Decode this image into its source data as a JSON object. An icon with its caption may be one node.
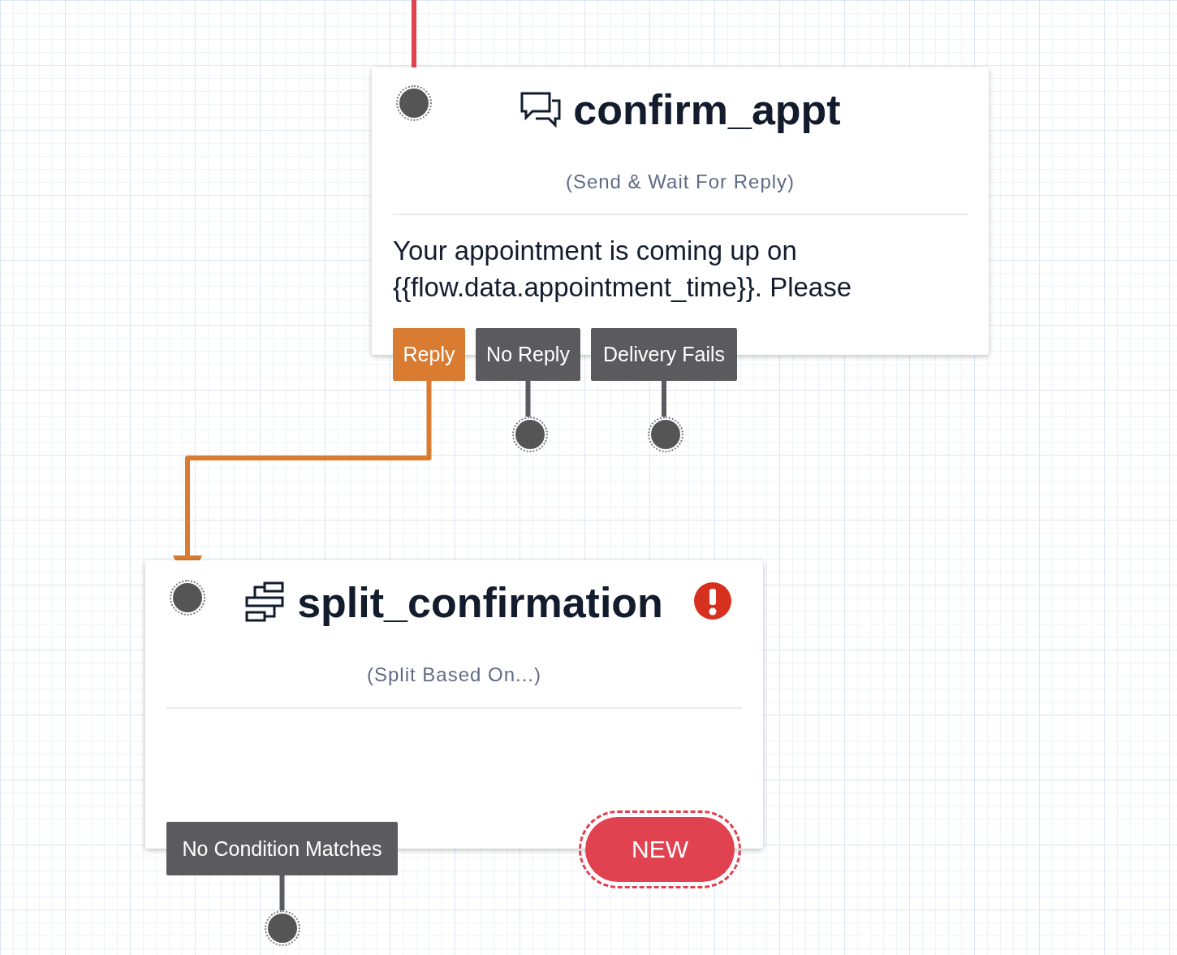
{
  "diagram": {
    "nodes": [
      {
        "text": [
          "confirm_appt",
          "(Send & Wait For Reply)",
          "Your appointment is coming up on {{flow.data.appointment_time}}. Please"
        ]
      },
      {
        "text": [],
        "shape": "circle",
        "in": 0
      },
      {
        "text": [
          "Reply"
        ]
      },
      {
        "text": [
          "No Reply"
        ]
      },
      {
        "text": [
          "Delivery Fails"
        ]
      },
      {
        "text": [],
        "shape": "circle"
      },
      {
        "text": [],
        "shape": "circle"
      },
      {
        "text": [
          "split_confirmation",
          "(Split Based On...)"
        ]
      },
      {
        "text": [],
        "shape": "circle",
        "in": 7
      },
      {
        "text": [
          "No Condition Matches"
        ]
      },
      {
        "text": [
          "NEW"
        ]
      },
      {
        "text": [],
        "shape": "circle"
      }
    ],
    "edges": [
      {
        "from": null,
        "to": 1,
        "arrow": "none",
        "color": "#e0424f"
      },
      {
        "from": 2,
        "to": 8,
        "arrow": "to",
        "color": "#d97b31"
      },
      {
        "from": 3,
        "to": 5,
        "arrow": "none"
      },
      {
        "from": 4,
        "to": 6,
        "arrow": "none"
      },
      {
        "from": 9,
        "to": 11,
        "arrow": "none"
      }
    ]
  }
}
